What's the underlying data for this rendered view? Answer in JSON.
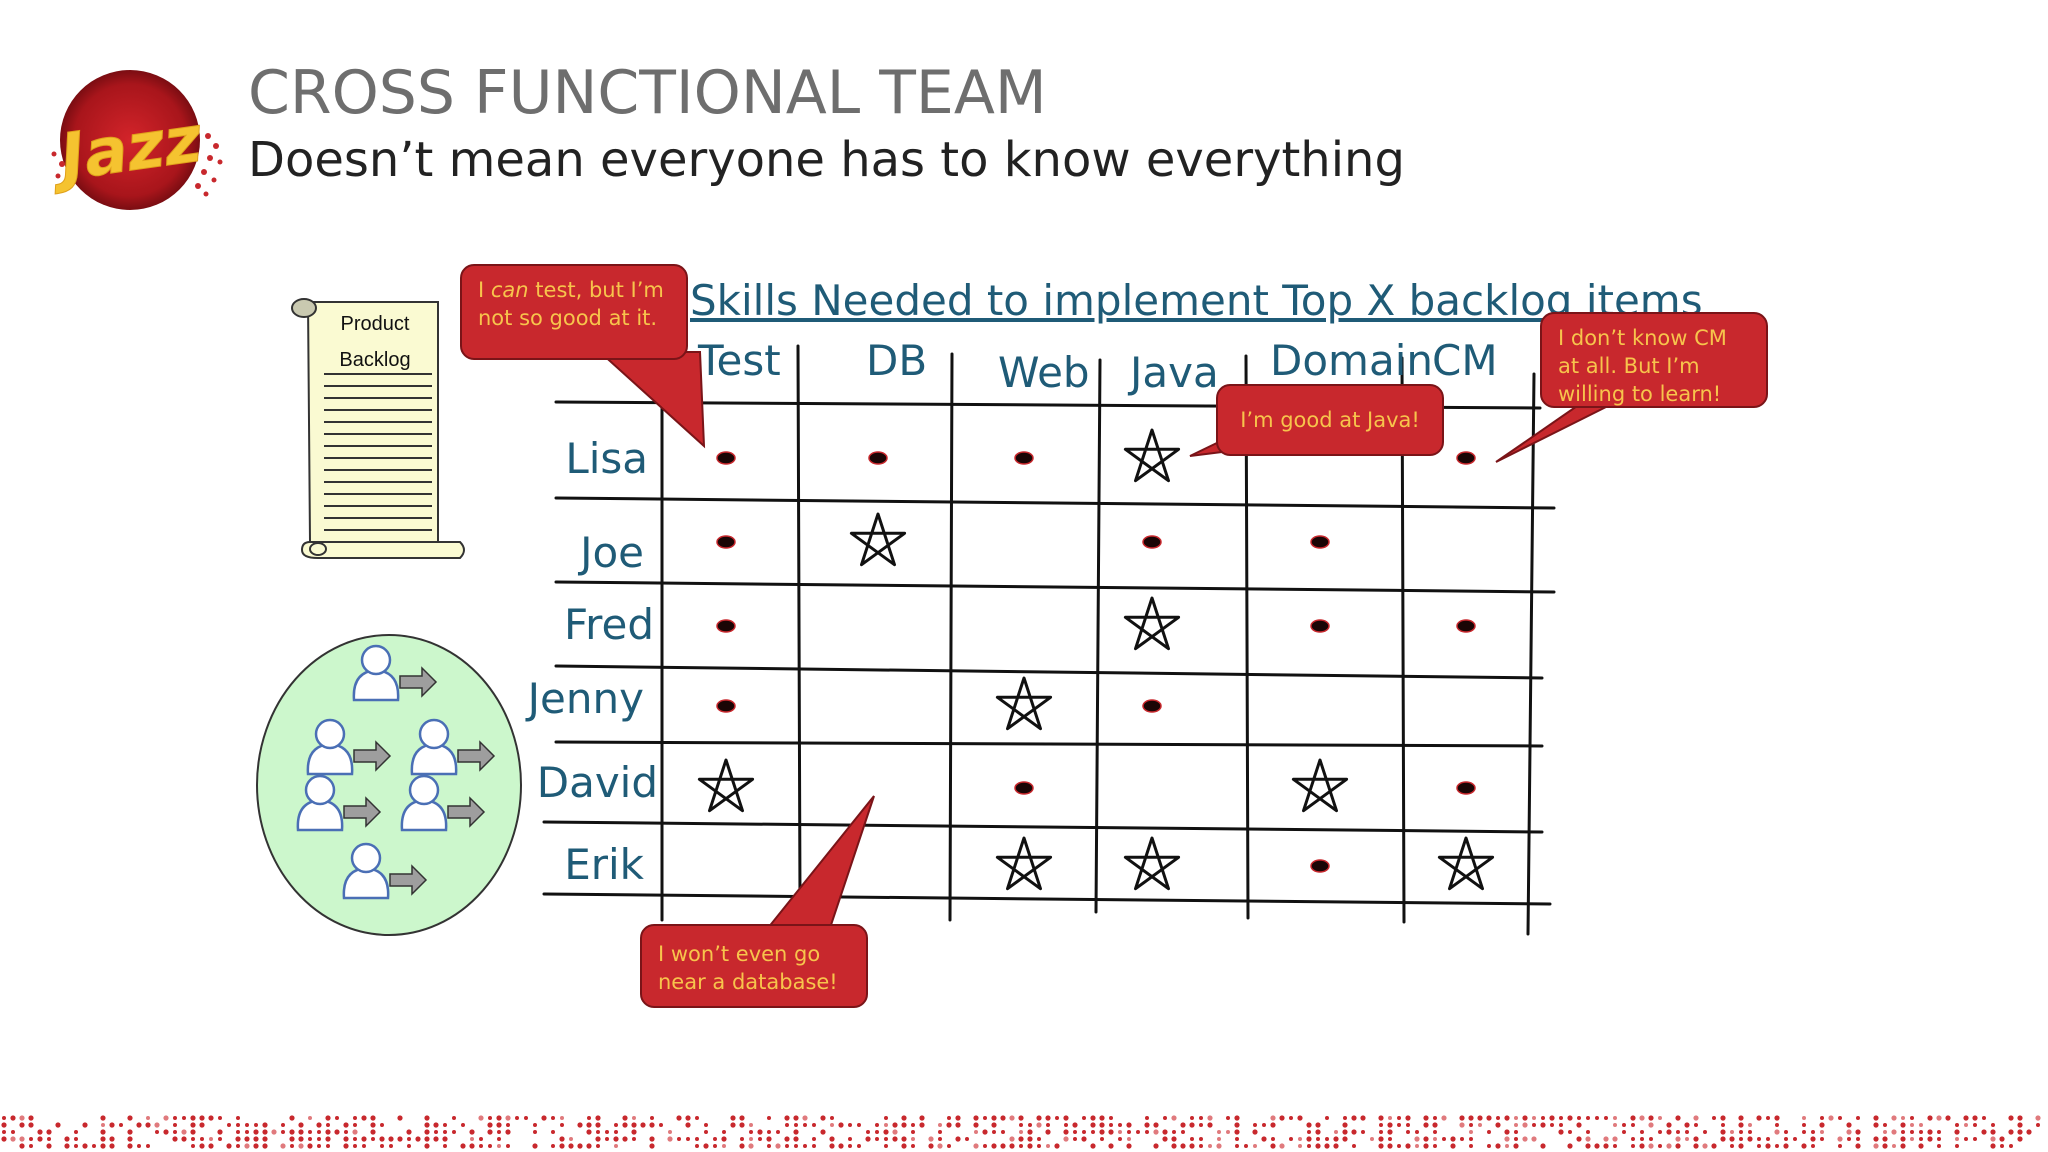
{
  "slide": {
    "title": "CROSS FUNCTIONAL TEAM",
    "subtitle": "Doesn’t mean everyone has to know everything",
    "logo_text": "Jazz"
  },
  "backlog": {
    "line1": "Product",
    "line2": "Backlog"
  },
  "grid": {
    "title": "Skills Needed to implement Top X backlog items",
    "columns": [
      "Test",
      "DB",
      "Web",
      "Java",
      "Domain",
      "CM"
    ],
    "rows": [
      {
        "name": "Lisa",
        "skills": [
          "dot",
          "dot",
          "dot",
          "star",
          "",
          "dot"
        ]
      },
      {
        "name": "Joe",
        "skills": [
          "dot",
          "star",
          "",
          "dot",
          "dot",
          ""
        ]
      },
      {
        "name": "Fred",
        "skills": [
          "dot",
          "",
          "",
          "star",
          "dot",
          "dot"
        ]
      },
      {
        "name": "Jenny",
        "skills": [
          "dot",
          "",
          "star",
          "dot",
          "",
          ""
        ]
      },
      {
        "name": "David",
        "skills": [
          "star",
          "",
          "dot",
          "",
          "star",
          "dot"
        ]
      },
      {
        "name": "Erik",
        "skills": [
          "",
          "",
          "star",
          "star",
          "dot",
          "star"
        ]
      }
    ]
  },
  "bubbles": {
    "test": {
      "pre": "I ",
      "em": "can",
      "post": " test, but I’m not so good at it."
    },
    "java": "I’m good at Java!",
    "cm": "I don’t know CM at all. But I’m willing to learn!",
    "db": "I won’t even go near a database!"
  },
  "colors": {
    "accent": "#c8282d",
    "bubble_text": "#f7c44c",
    "heading": "#1f5b77",
    "team_bg": "#ccf7cc"
  }
}
